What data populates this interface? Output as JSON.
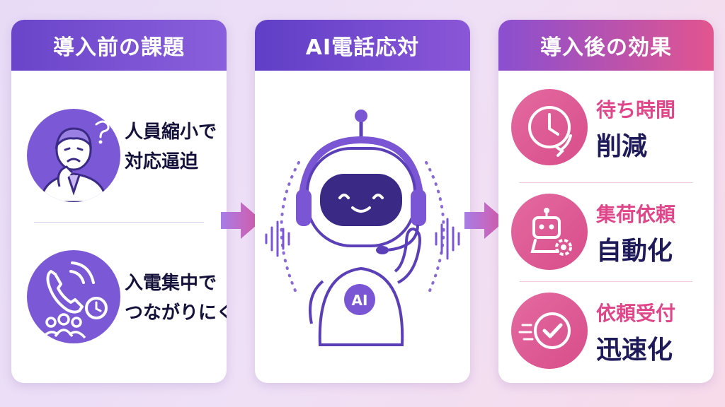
{
  "colors": {
    "purple": "#6a45c9",
    "pink": "#e0478a",
    "navy": "#1f1b5a"
  },
  "before": {
    "title": "導入前の課題",
    "items": [
      {
        "icon": "worried-person-icon",
        "line1": "人員縮小で",
        "line2": "対応逼迫"
      },
      {
        "icon": "phone-crowd-icon",
        "line1": "入電集中で",
        "line2": "つながりにくい"
      }
    ]
  },
  "ai": {
    "title": "AI電話応対",
    "badge": "AI",
    "icon": "robot-headset-icon"
  },
  "after": {
    "title": "導入後の効果",
    "items": [
      {
        "icon": "clock-icon",
        "line1": "待ち時間",
        "line2": "削減"
      },
      {
        "icon": "robot-gear-icon",
        "line1": "集荷依頼",
        "line2": "自動化"
      },
      {
        "icon": "check-icon",
        "line1": "依頼受付",
        "line2": "迅速化"
      }
    ]
  }
}
